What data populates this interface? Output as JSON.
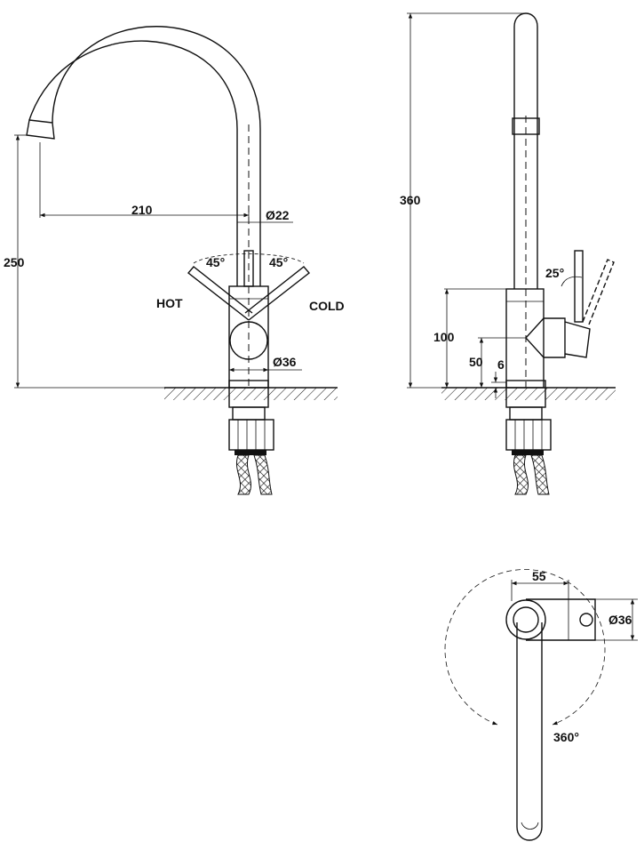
{
  "colors": {
    "line": "#111111",
    "background": "#ffffff"
  },
  "front_view": {
    "dim_reach": "210",
    "dim_spout_diameter": "Ø22",
    "dim_spout_height": "250",
    "dim_angle_left": "45°",
    "dim_angle_right": "45°",
    "label_hot": "HOT",
    "label_cold": "COLD",
    "dim_body_diameter": "Ø36"
  },
  "side_view": {
    "dim_total_height": "360",
    "dim_handle_angle": "25°",
    "dim_body_height": "100",
    "dim_lever_height": "50",
    "dim_base_gap": "6"
  },
  "top_view": {
    "dim_width": "55",
    "dim_diameter": "Ø36",
    "dim_rotation": "360°"
  }
}
